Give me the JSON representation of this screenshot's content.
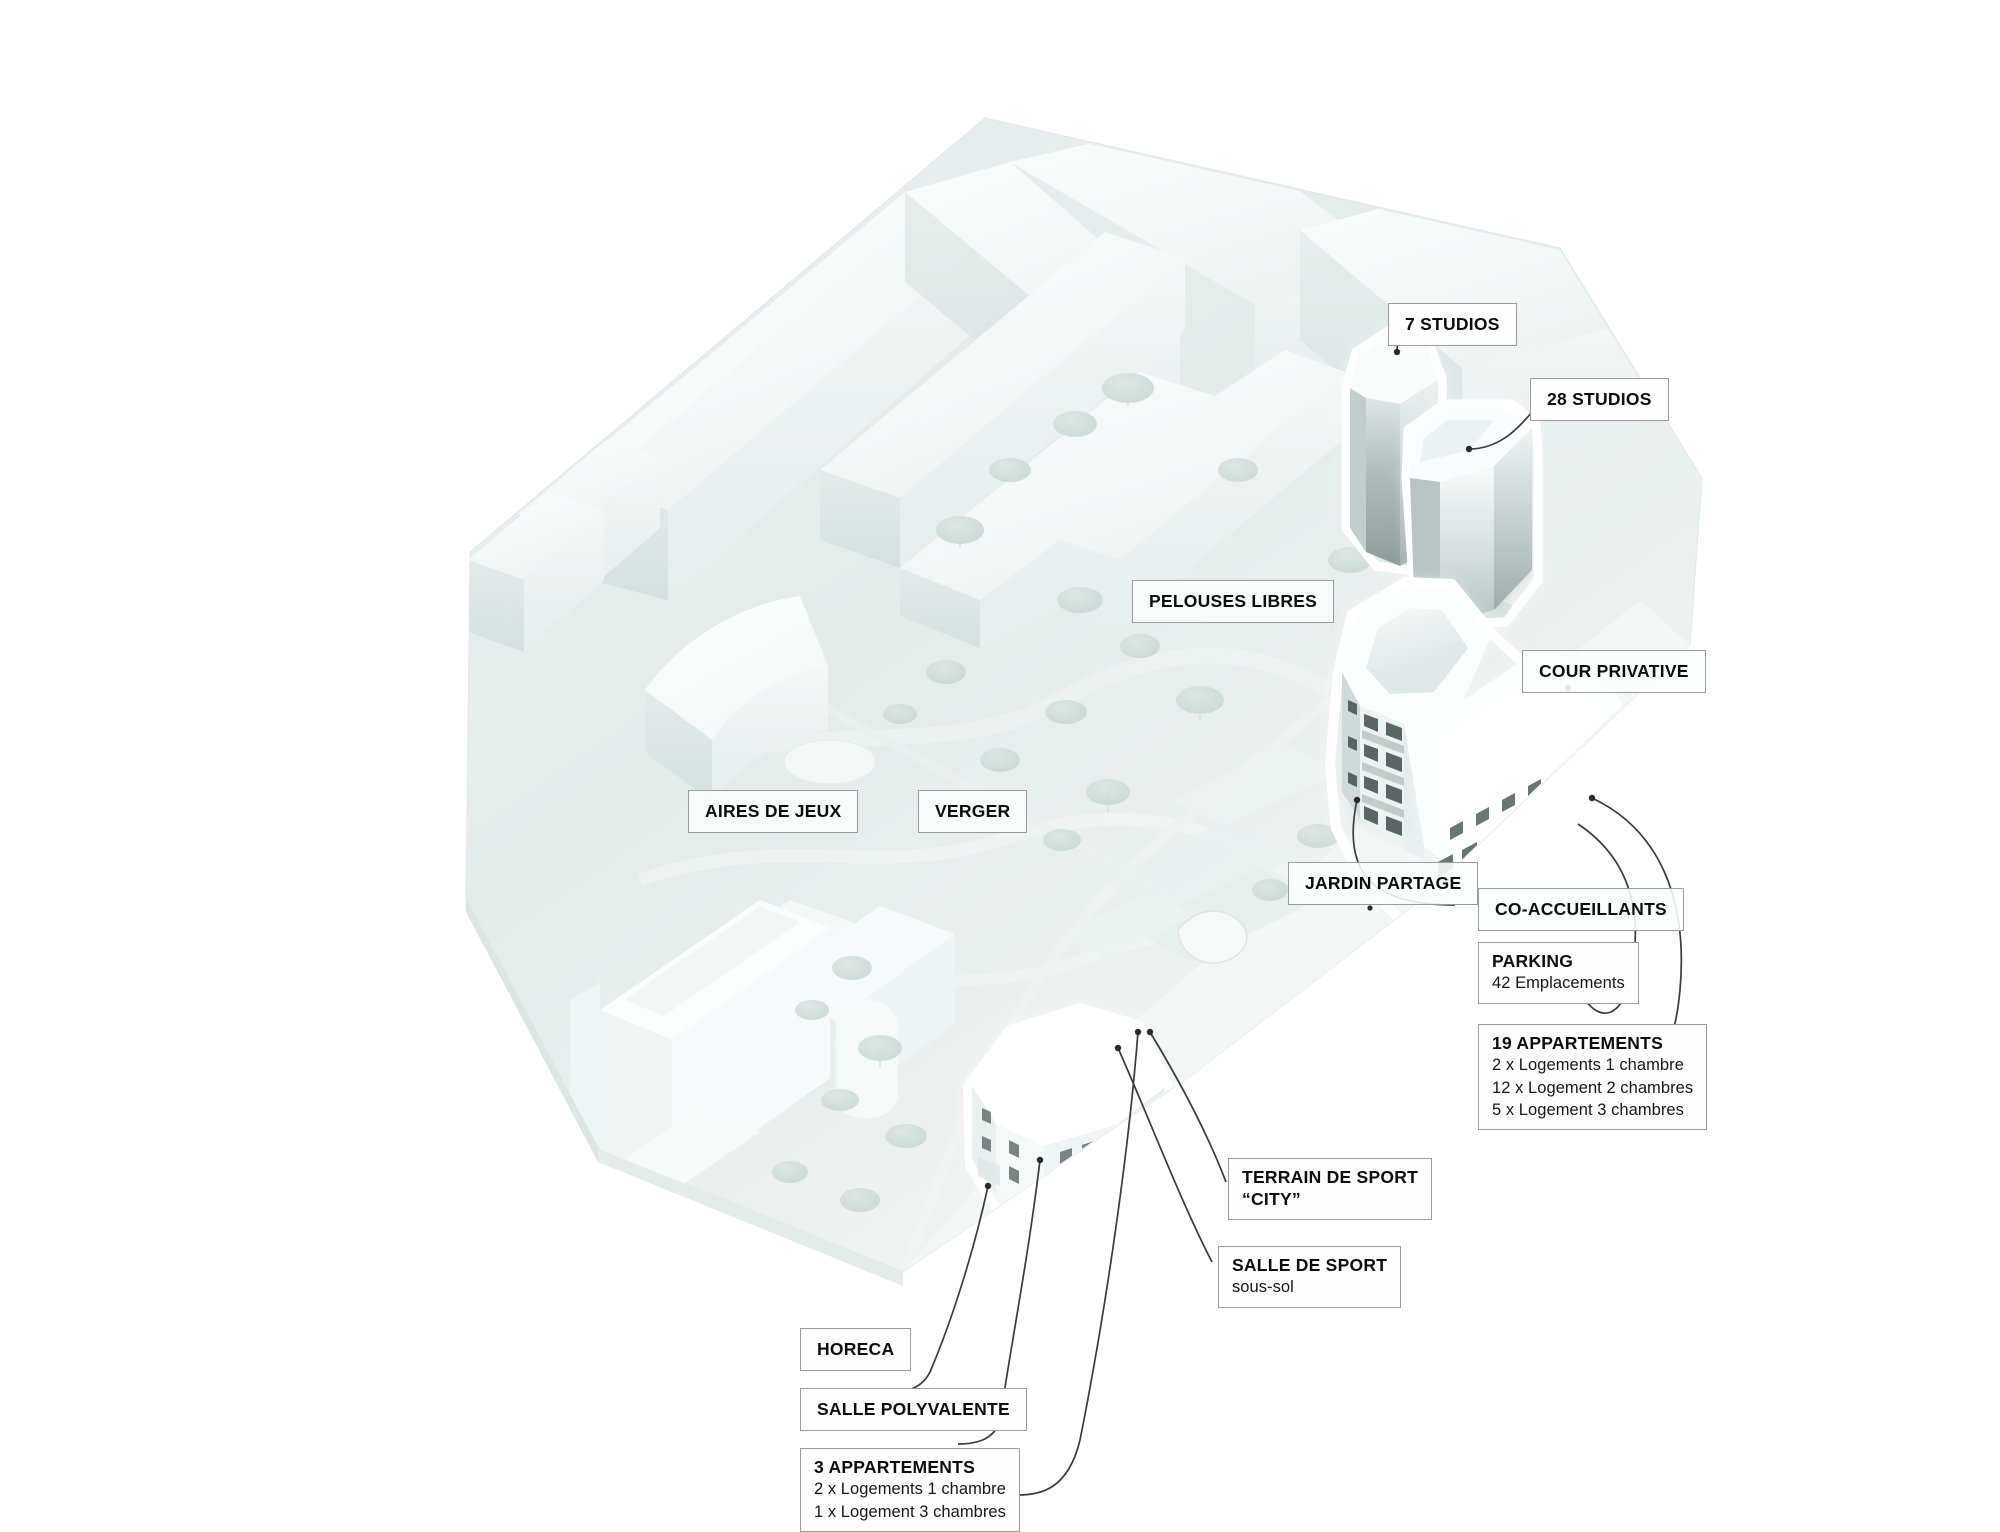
{
  "diagram": {
    "type": "axonometric-site-plan",
    "palette": {
      "background": "#ffffff",
      "ground": "#e7eeec",
      "ground_light": "#f1f5f4",
      "context_mass": "#e3eae8",
      "highlight_mass": "#ffffff",
      "tower_shade": "#9aa7a6",
      "label_bg": "#fdfdfd",
      "label_border": "#9a9a9a",
      "label_text": "#111111",
      "leader_line": "#3a3a3a"
    }
  },
  "labels": [
    {
      "id": "studios-7",
      "name": "7 STUDIOS",
      "title": "7 STUDIOS",
      "lines": []
    },
    {
      "id": "studios-28",
      "name": "28 STUDIOS",
      "title": "28 STUDIOS",
      "lines": []
    },
    {
      "id": "pelouses-libres",
      "name": "PELOUSES LIBRES",
      "title": "PELOUSES LIBRES",
      "lines": []
    },
    {
      "id": "cour-privative",
      "name": "COUR PRIVATIVE",
      "title": "COUR PRIVATIVE",
      "lines": []
    },
    {
      "id": "aires-de-jeux",
      "name": "AIRES DE JEUX",
      "title": "AIRES DE JEUX",
      "lines": []
    },
    {
      "id": "verger",
      "name": "VERGER",
      "title": "VERGER",
      "lines": []
    },
    {
      "id": "jardin-partage",
      "name": "JARDIN PARTAGE",
      "title": "JARDIN PARTAGE",
      "lines": []
    },
    {
      "id": "co-accueillants",
      "name": "CO-ACCUEILLANTS",
      "title": "CO-ACCUEILLANTS",
      "lines": []
    },
    {
      "id": "parking",
      "name": "PARKING",
      "title": "PARKING",
      "lines": [
        "42 Emplacements"
      ]
    },
    {
      "id": "appartements-19",
      "name": "19 APPARTEMENTS",
      "title": "19 APPARTEMENTS",
      "lines": [
        "2 x Logements 1 chambre",
        "12 x Logement  2 chambres",
        "5 x Logement  3 chambres"
      ]
    },
    {
      "id": "terrain-de-sport",
      "name": "TERRAIN DE SPORT",
      "title": "TERRAIN DE SPORT",
      "lines": [
        "“CITY”"
      ],
      "subbold": true
    },
    {
      "id": "salle-de-sport",
      "name": "SALLE DE SPORT",
      "title": "SALLE DE SPORT",
      "lines": [
        "sous-sol"
      ]
    },
    {
      "id": "horeca",
      "name": "HORECA",
      "title": "HORECA",
      "lines": []
    },
    {
      "id": "salle-polyvalente",
      "name": "SALLE POLYVALENTE",
      "title": "SALLE POLYVALENTE",
      "lines": []
    },
    {
      "id": "appartements-3",
      "name": "3 APPARTEMENTS",
      "title": "3 APPARTEMENTS",
      "lines": [
        "2 x Logements 1 chambre",
        "1 x Logement  3 chambres"
      ]
    }
  ],
  "label_text": {
    "studios_7": "7 STUDIOS",
    "studios_28": "28 STUDIOS",
    "pelouses_libres": "PELOUSES LIBRES",
    "cour_privative": "COUR PRIVATIVE",
    "aires_de_jeux": "AIRES DE JEUX",
    "verger": "VERGER",
    "jardin_partage": "JARDIN PARTAGE",
    "co_accueillants": "CO-ACCUEILLANTS",
    "parking_title": "PARKING",
    "parking_sub": "42 Emplacements",
    "apt19_title": "19 APPARTEMENTS",
    "apt19_l1": "2 x Logements 1 chambre",
    "apt19_l2": "12 x Logement  2 chambres",
    "apt19_l3": "5 x Logement  3 chambres",
    "terrain_title": "TERRAIN DE SPORT",
    "terrain_sub": "“CITY”",
    "salle_sport_title": "SALLE DE SPORT",
    "salle_sport_sub": "sous-sol",
    "horeca": "HORECA",
    "salle_polyvalente": "SALLE POLYVALENTE",
    "apt3_title": "3 APPARTEMENTS",
    "apt3_l1": "2 x Logements 1 chambre",
    "apt3_l2": "1 x Logement  3 chambres"
  }
}
